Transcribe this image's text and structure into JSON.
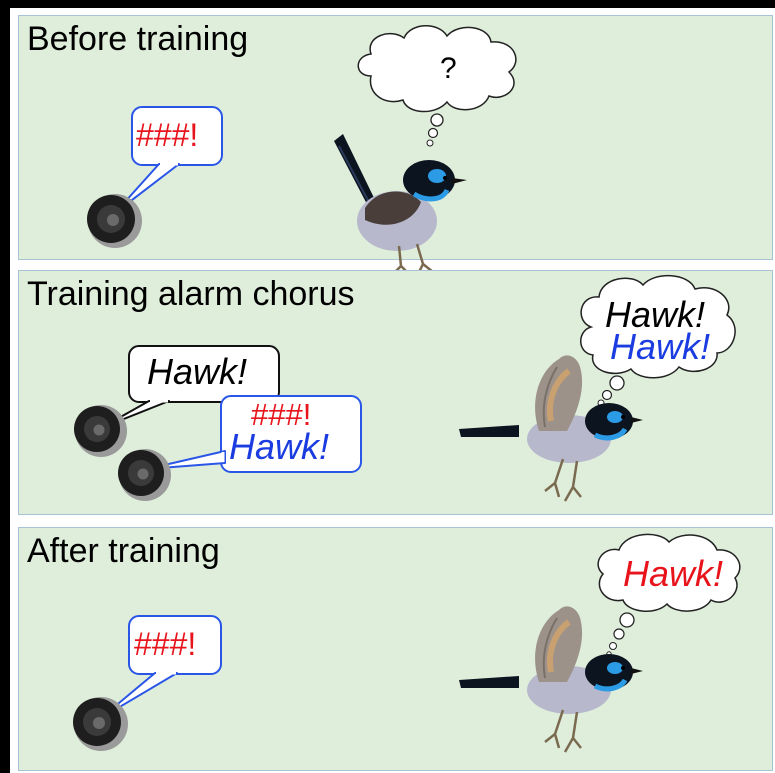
{
  "panels": [
    {
      "title": "Before training",
      "speaker_bubble": [
        "###!"
      ],
      "thought": "?"
    },
    {
      "title": "Training alarm chorus",
      "speaker_bubbles": [
        [
          "Hawk!"
        ],
        [
          "###!",
          "Hawk!"
        ]
      ],
      "thought": [
        "Hawk!",
        "Hawk!"
      ]
    },
    {
      "title": "After training",
      "speaker_bubble": [
        "###!"
      ],
      "thought": "Hawk!"
    }
  ],
  "colors": {
    "panel_bg": "#dfeedb",
    "alarm_red": "#e8141c",
    "call_blue": "#1a3ce0",
    "bubble_border_blue": "#2a56e8",
    "wren_blue": "#2c9be6",
    "wren_black": "#0c1420"
  },
  "icons": [
    "speaker-icon",
    "fairy-wren-icon",
    "thought-cloud-icon"
  ]
}
